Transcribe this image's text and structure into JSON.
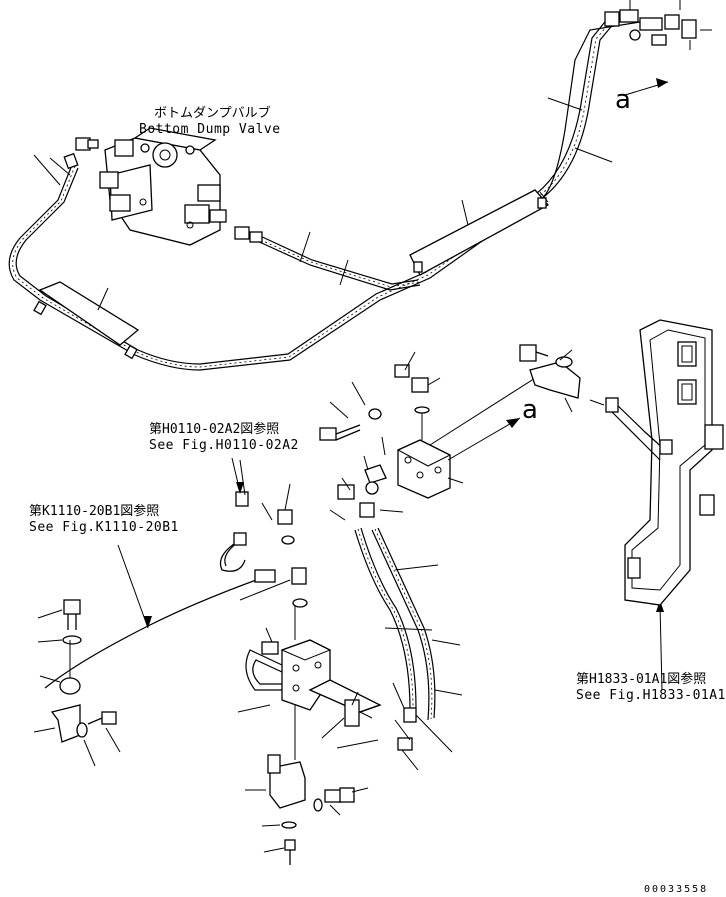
{
  "labels": {
    "bottom_dump_valve_jp": "ボトムダンプバルブ",
    "bottom_dump_valve_en": "Bottom Dump Valve",
    "ref_h0110_jp": "第H0110-02A2図参照",
    "ref_h0110_en": "See Fig.H0110-02A2",
    "ref_k1110_jp": "第K1110-20B1図参照",
    "ref_k1110_en": "See Fig.K1110-20B1",
    "ref_h1833_jp": "第H1833-01A1図参照",
    "ref_h1833_en": "See Fig.H1833-01A1",
    "callout_a_top": "a",
    "callout_a_mid": "a",
    "drawing_number": "00033558"
  }
}
